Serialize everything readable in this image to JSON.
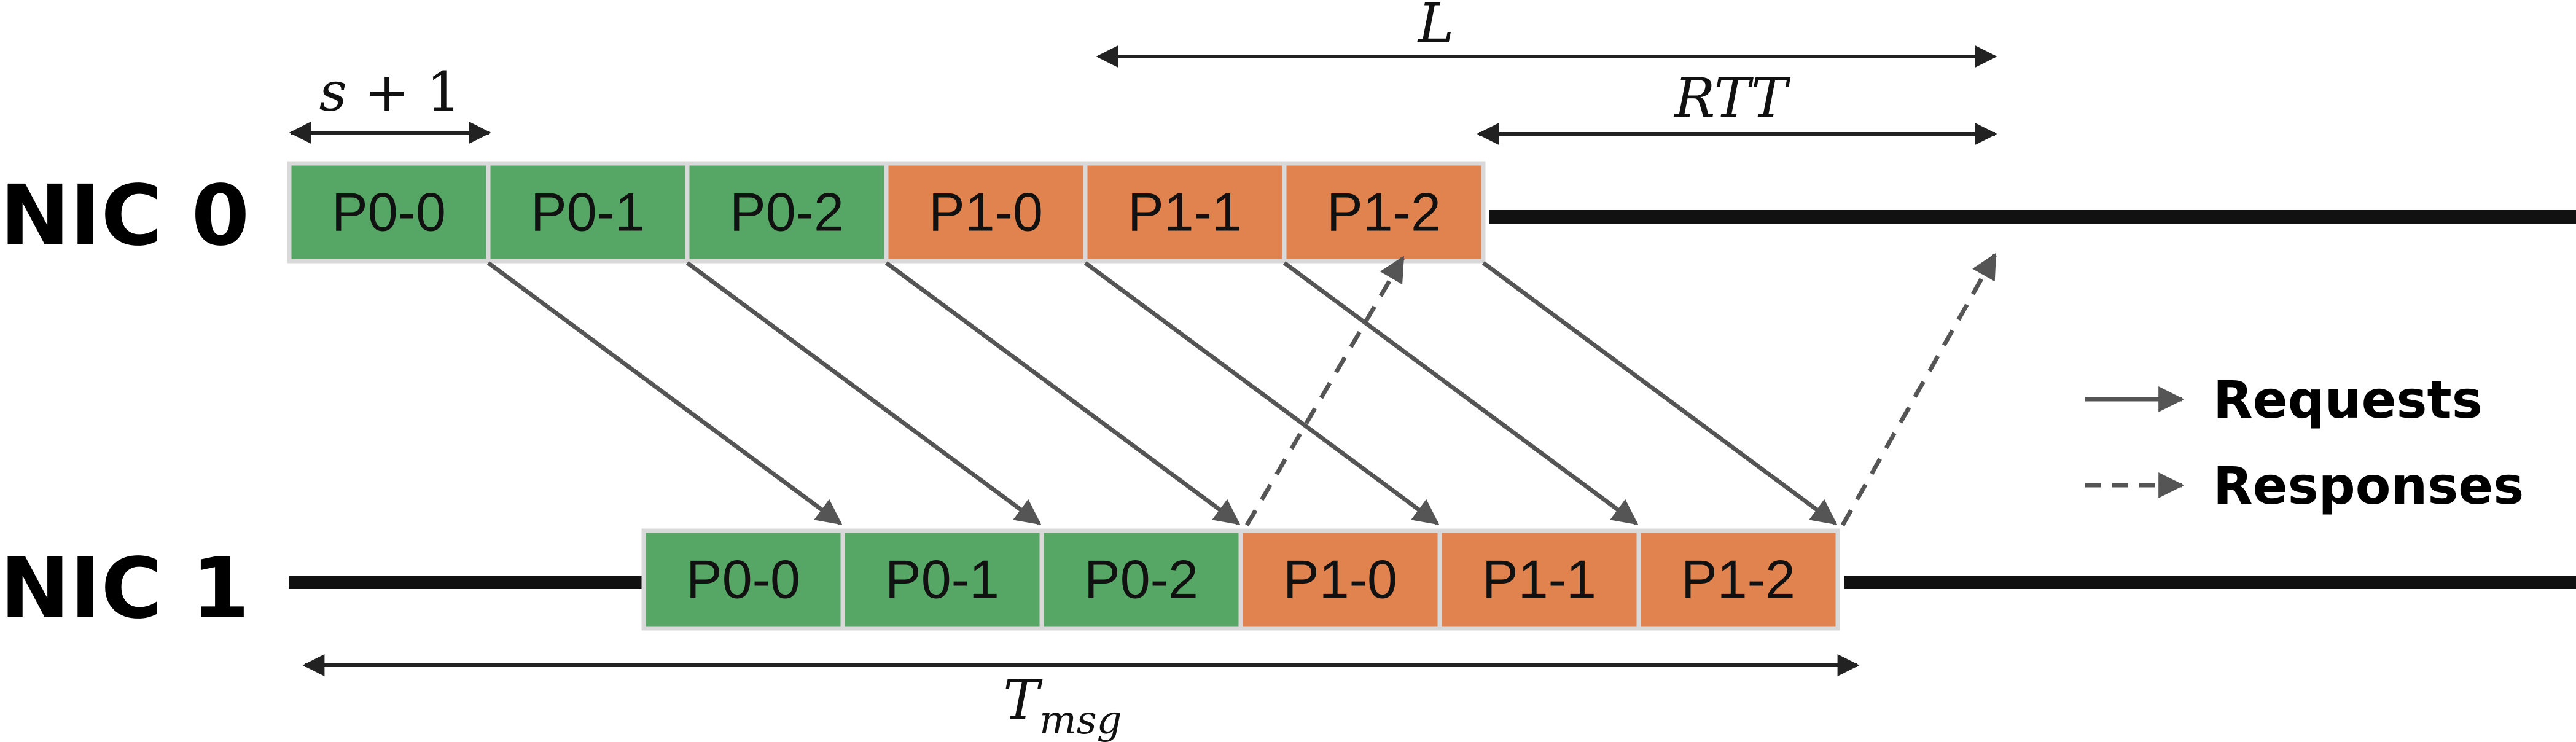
{
  "nic0": {
    "label": "NIC 0",
    "packets": [
      {
        "label": "P0-0",
        "group": "P0"
      },
      {
        "label": "P0-1",
        "group": "P0"
      },
      {
        "label": "P0-2",
        "group": "P0"
      },
      {
        "label": "P1-0",
        "group": "P1"
      },
      {
        "label": "P1-1",
        "group": "P1"
      },
      {
        "label": "P1-2",
        "group": "P1"
      }
    ]
  },
  "nic1": {
    "label": "NIC 1",
    "packets": [
      {
        "label": "P0-0",
        "group": "P0"
      },
      {
        "label": "P0-1",
        "group": "P0"
      },
      {
        "label": "P0-2",
        "group": "P0"
      },
      {
        "label": "P1-0",
        "group": "P1"
      },
      {
        "label": "P1-1",
        "group": "P1"
      },
      {
        "label": "P1-2",
        "group": "P1"
      }
    ]
  },
  "colors": {
    "P0": "#56a766",
    "P1": "#e0834f",
    "arrow": "#555555",
    "line": "#111111"
  },
  "dimensions": {
    "segment": {
      "pre": "s",
      "op": " + ",
      "num": "1"
    },
    "L": "L",
    "RTT": "RTT",
    "Tmsg": {
      "base": "T",
      "sub": "msg"
    }
  },
  "legend": {
    "requests": "Requests",
    "responses": "Responses"
  }
}
